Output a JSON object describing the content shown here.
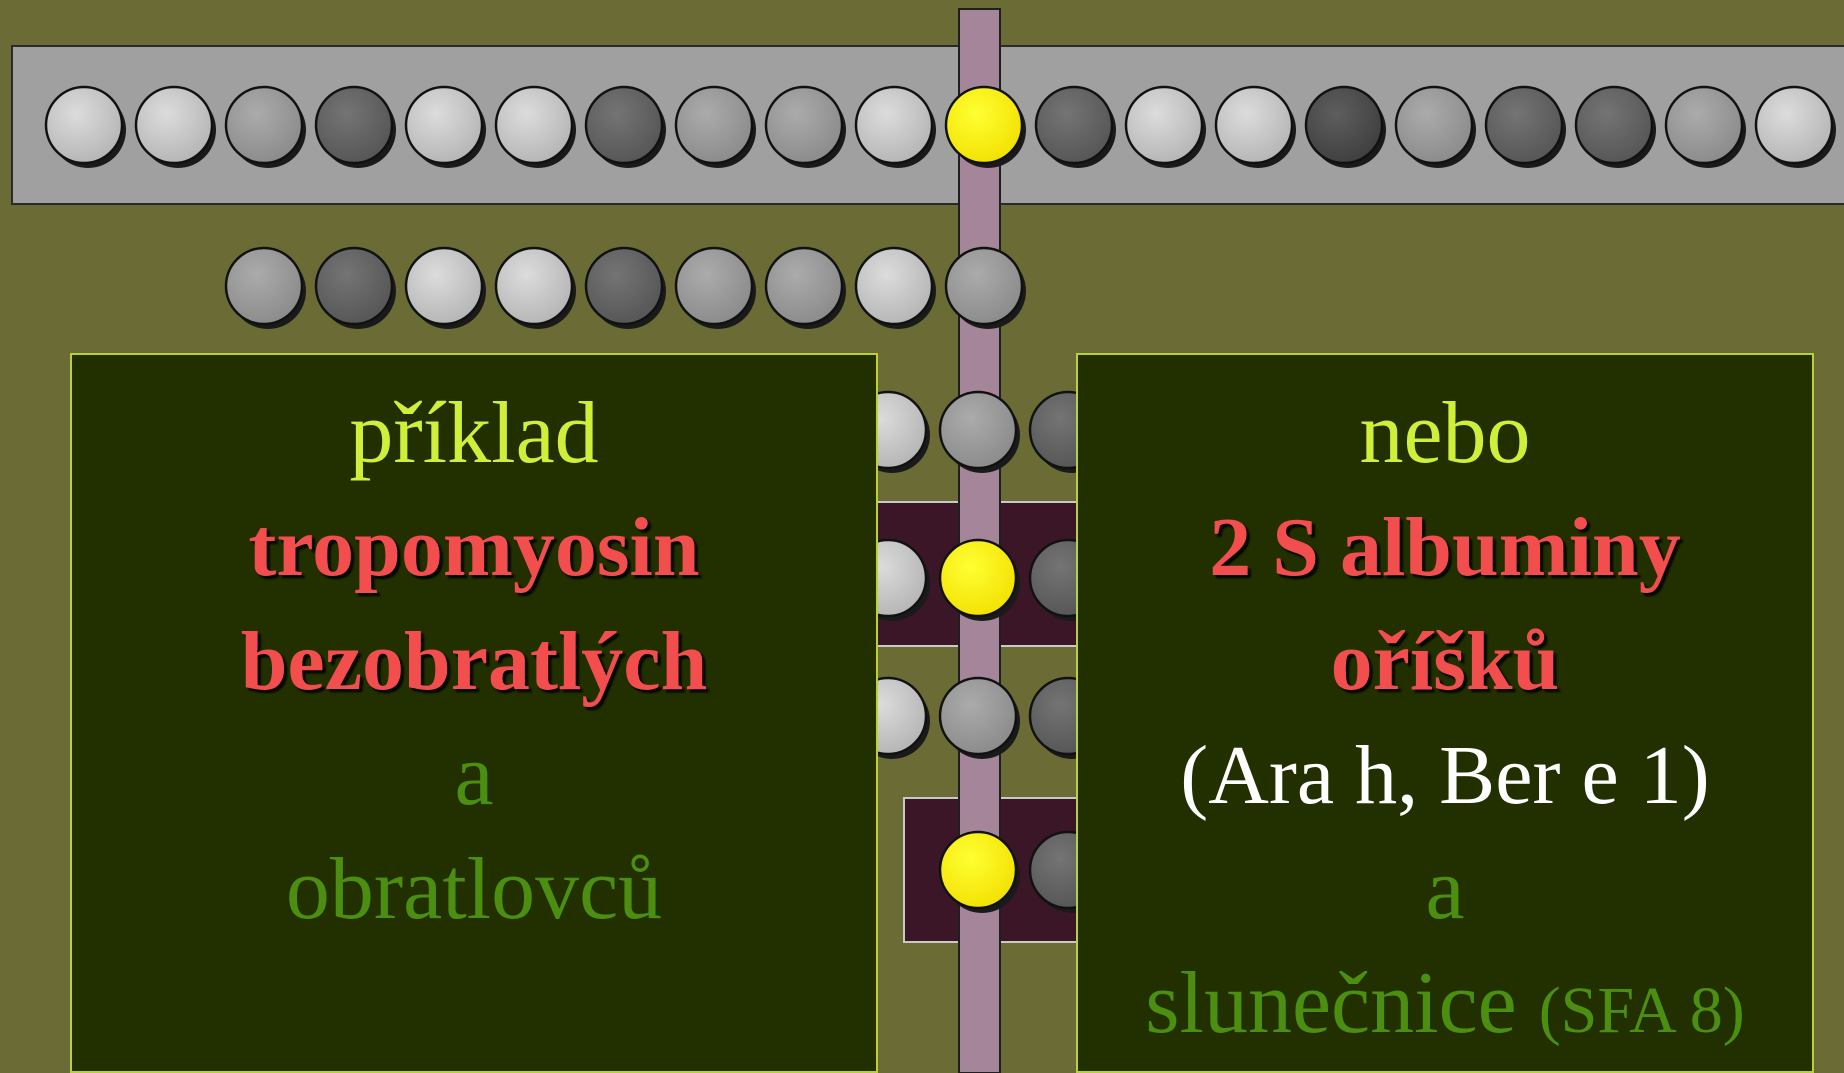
{
  "colors": {
    "background": "#6b6b36",
    "strip": "#a0a0a0",
    "rod": "#a5859a",
    "dark_box": "#3a1626",
    "highlight": "#ffee00",
    "panel_bg": "#223000",
    "panel_border": "#b9cf3c",
    "lime_text": "#cfef3a",
    "red_text": "#f24e4e",
    "green_text": "#4c8f10",
    "white_text": "#ffffff"
  },
  "beads": {
    "top_row_shades": [
      "light",
      "light",
      "mid",
      "dark",
      "light",
      "light",
      "dark",
      "mid",
      "mid",
      "light",
      "yellow",
      "dark",
      "light",
      "light",
      "darker",
      "mid",
      "dark",
      "dark",
      "mid",
      "light"
    ],
    "second_row_shades": [
      "mid",
      "dark",
      "light",
      "light",
      "dark",
      "mid",
      "mid",
      "light",
      "mid"
    ],
    "row3_shades": [
      "light",
      "mid",
      "dark"
    ],
    "row4_shades": [
      "light",
      "yellow",
      "dark"
    ],
    "row5_shades": [
      "light",
      "mid",
      "dark"
    ],
    "row6_shades": [
      "yellow",
      "dark"
    ]
  },
  "left_panel": {
    "line1": "příklad",
    "line2": "tropomyosin",
    "line3": "bezobratlých",
    "line4": "a",
    "line5": "obratlovců"
  },
  "right_panel": {
    "line1": "nebo",
    "line2": "2 S albuminy",
    "line3": "oříšků",
    "line4": "(Ara h, Ber e 1)",
    "line5": "a",
    "line6_main": "slunečnice",
    "line6_small": "(SFA 8)"
  }
}
